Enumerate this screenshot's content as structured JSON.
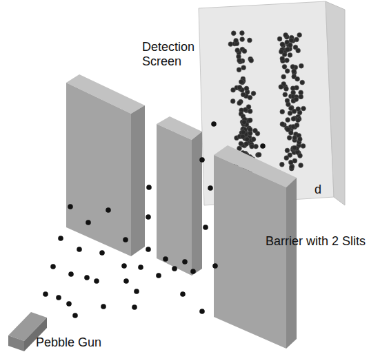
{
  "diagram": {
    "labels": [
      "Detection Screen",
      "d",
      "Barrier with 2 Slits",
      "Pebble Gun"
    ]
  }
}
